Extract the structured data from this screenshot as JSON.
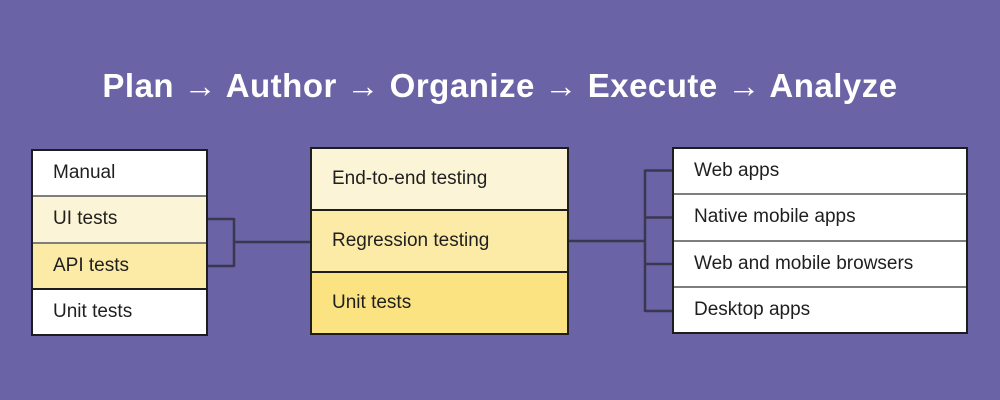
{
  "title": {
    "text": "Plan → Author → Organize → Execute → Analyze"
  },
  "colors": {
    "background": "#6A63A5",
    "title_text": "#FFFFFF",
    "text": "#1F1F1F",
    "border_dark": "#1D1D1D",
    "divider_gray": "#7E7E7E",
    "connector": "#3A3750",
    "row_white": "#FFFFFF",
    "row_cream": "#FCF4D6",
    "row_light_yellow": "#FCEBA7",
    "row_yellow": "#FBE381"
  },
  "left_box": {
    "rows": [
      {
        "label": "Manual"
      },
      {
        "label": "UI tests"
      },
      {
        "label": "API tests"
      },
      {
        "label": "Unit tests"
      }
    ]
  },
  "middle_box": {
    "rows": [
      {
        "label": "End-to-end testing"
      },
      {
        "label": "Regression testing"
      },
      {
        "label": "Unit tests"
      }
    ]
  },
  "right_box": {
    "rows": [
      {
        "label": "Web apps"
      },
      {
        "label": "Native mobile apps"
      },
      {
        "label": "Web and mobile browsers"
      },
      {
        "label": "Desktop apps"
      }
    ]
  }
}
